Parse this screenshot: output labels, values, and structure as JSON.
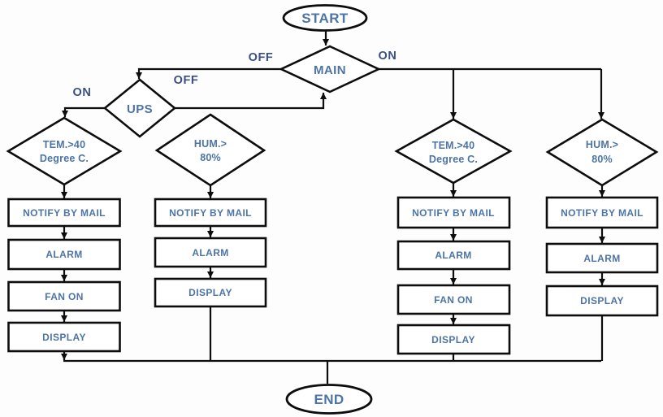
{
  "flowchart": {
    "title": "power-environment-monitoring-flowchart",
    "terminals": {
      "start": "START",
      "end": "END"
    },
    "decisions": {
      "main": "MAIN",
      "ups": "UPS",
      "temp_left": {
        "line1": "TEM.>40",
        "line2": "Degree C."
      },
      "hum_left": {
        "line1": "HUM.>",
        "line2": "80%"
      },
      "temp_right": {
        "line1": "TEM.>40",
        "line2": "Degree C."
      },
      "hum_right": {
        "line1": "HUM.>",
        "line2": "80%"
      }
    },
    "edge_labels": {
      "main_off": "OFF",
      "main_on": "ON",
      "ups_on": "ON",
      "ups_off": "OFF"
    },
    "columns": [
      {
        "id": "temp-left-actions",
        "steps": [
          "NOTIFY BY MAIL",
          "ALARM",
          "FAN ON",
          "DISPLAY"
        ]
      },
      {
        "id": "hum-left-actions",
        "steps": [
          "NOTIFY BY MAIL",
          "ALARM",
          "DISPLAY"
        ]
      },
      {
        "id": "temp-right-actions",
        "steps": [
          "NOTIFY BY MAIL",
          "ALARM",
          "FAN ON",
          "DISPLAY"
        ]
      },
      {
        "id": "hum-right-actions",
        "steps": [
          "NOTIFY BY MAIL",
          "ALARM",
          "DISPLAY"
        ]
      }
    ],
    "colors": {
      "shape_text": "#4d74a6",
      "edge_label_text": "#394f82",
      "line": "#0d0d0d",
      "background": "#fdfdfd"
    }
  }
}
